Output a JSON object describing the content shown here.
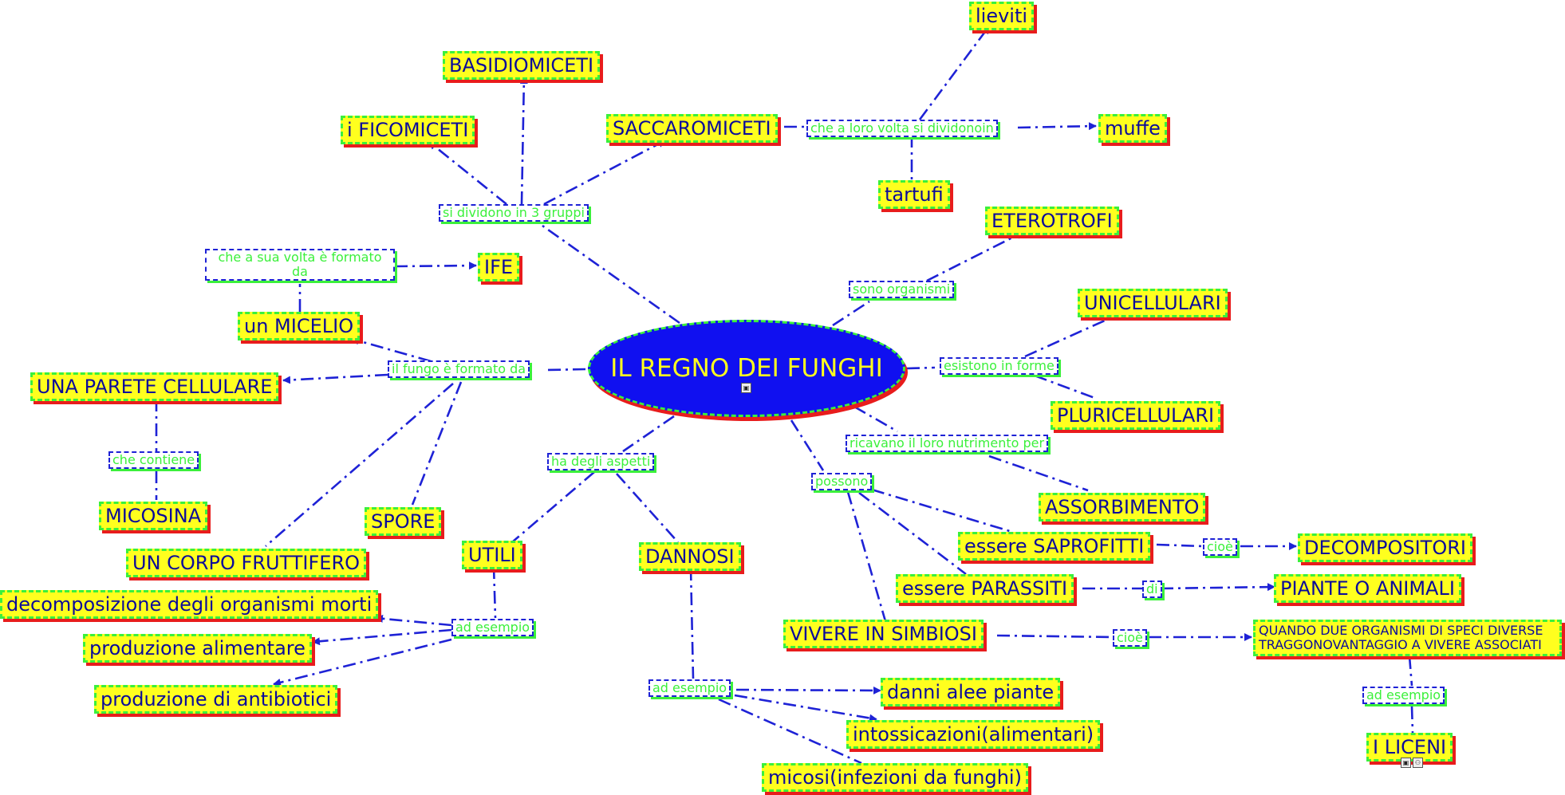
{
  "root": {
    "label": "IL REGNO DEI FUNGHI"
  },
  "concepts": {
    "lieviti": "lieviti",
    "basidiomiceti": "BASIDIOMICETI",
    "ficomiceti": "i FICOMICETI",
    "saccaromiceti": "SACCAROMICETI",
    "muffe": "muffe",
    "tartufi": "tartufi",
    "eterotrofi": "ETEROTROFI",
    "ife": "IFE",
    "micelio": "un MICELIO",
    "unicellulari": "UNICELLULARI",
    "parete": "UNA PARETE CELLULARE",
    "pluricellulari": "PLURICELLULARI",
    "assorbimento": "ASSORBIMENTO",
    "micosina": "MICOSINA",
    "spore": "SPORE",
    "saprofitti": "essere SAPROFITTI",
    "decompositori": "DECOMPOSITORI",
    "utili": "UTILI",
    "dannosi": "DANNOSI",
    "corpo": "UN CORPO FRUTTIFERO",
    "parassiti": "essere PARASSITI",
    "piante_animali": "PIANTE O ANIMALI",
    "decomposizione": "decomposizione degli organismi morti",
    "simbiosi": "VIVERE IN SIMBIOSI",
    "quando": "QUANDO DUE ORGANISMI DI SPECI DIVERSE TRAGGONOVANTAGGIO A VIVERE ASSOCIATI",
    "produzione_alimentare": "produzione alimentare",
    "antibiotici": "produzione di antibiotici",
    "danni": "danni alee piante",
    "intossicazioni": "intossicazioni(alimentari)",
    "licheni": "I LICENI",
    "micosi": "micosi(infezioni da funghi)"
  },
  "phrases": {
    "dividono_3": "si dividono in 3 gruppi",
    "dividonoin": "che a loro volta si dividonoin",
    "formato_da": "che a sua volta è formato da",
    "organismi": "sono organismi",
    "esistono": "esistono in forme",
    "fungo_formato": "il fungo è formato da",
    "contiene": "che contiene",
    "ricavano": "ricavano il loro nutrimento per",
    "aspetti": "ha degli aspetti",
    "possono": "possono",
    "cioe1": "cioè",
    "di": "di",
    "ad_esempio_utili": "ad esempio",
    "cioe2": "cioè",
    "ad_esempio_dannosi": "ad esempio",
    "ad_esempio_licheni": "ad esempio"
  },
  "colors": {
    "link": "#1e22d6",
    "concept_fill": "#ffff1e",
    "concept_border": "#3bf03b",
    "shadow": "#e81c1c",
    "concept_text": "#0b0b9a",
    "root_fill": "#1010f0",
    "root_text": "#ffff1e",
    "phrase_text": "#3bf03b"
  },
  "icons": [
    "image-attachment-icon",
    "image-attachment-icon",
    "linked-map-icon"
  ]
}
